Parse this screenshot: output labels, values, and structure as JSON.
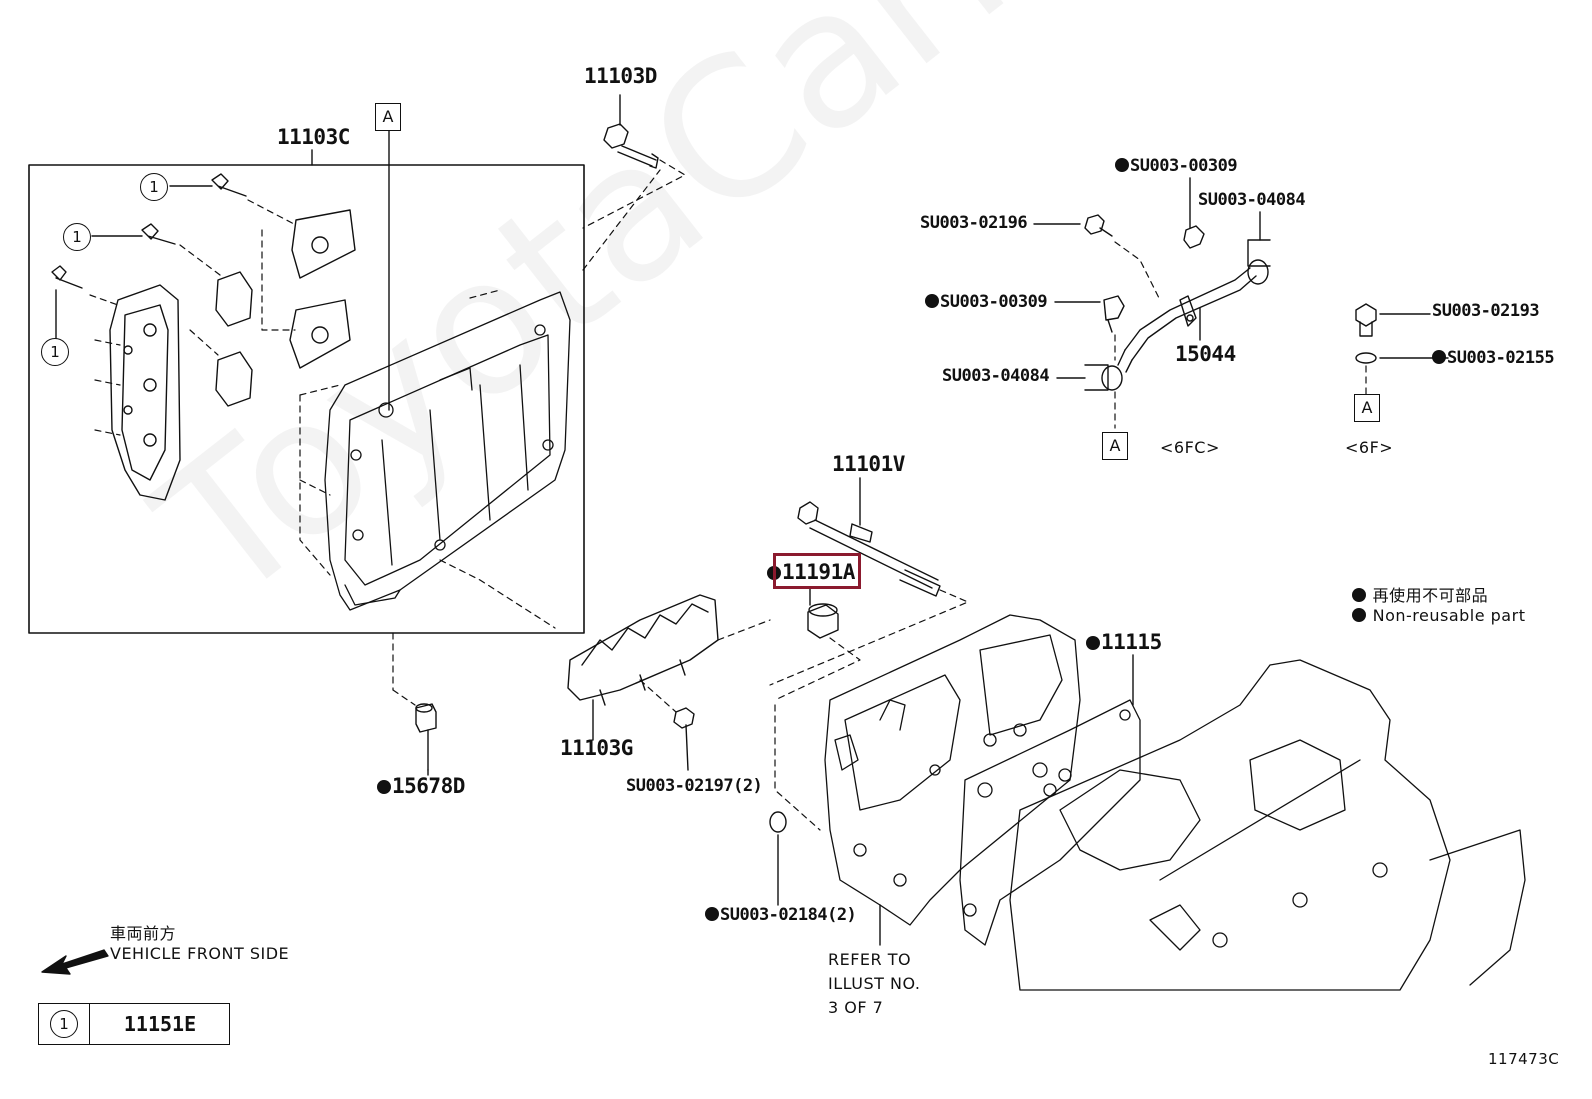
{
  "diagram_id": "117473C",
  "watermark": "ToyotaCarMine.ru",
  "parts": {
    "p_11103D": "11103D",
    "p_11103C": "11103C",
    "p_11103G": "11103G",
    "p_15678D": "15678D",
    "p_11101V": "11101V",
    "p_11191A": "11191A",
    "p_11115": "11115",
    "p_15044": "15044",
    "su_00309_top": "SU003-00309",
    "su_04084_top": "SU003-04084",
    "su_02196": "SU003-02196",
    "su_00309_mid": "SU003-00309",
    "su_04084_mid": "SU003-04084",
    "su_02193": "SU003-02193",
    "su_02155": "SU003-02155",
    "su_02197": "SU003-02197(2)",
    "su_02184": "SU003-02184(2)"
  },
  "ref_marks": {
    "a_top": "A",
    "a_pipe": "A",
    "a_right": "A",
    "circle_one": "1"
  },
  "variants": {
    "v_6fc": "<6FC>",
    "v_6f": "<6F>"
  },
  "legend": {
    "jp": "再使用不可部品",
    "en": "Non-reusable part"
  },
  "direction": {
    "jp": "車両前方",
    "en": "VEHICLE FRONT SIDE"
  },
  "refer": {
    "line1": "REFER TO",
    "line2": "ILLUST NO.",
    "line3": "3 OF 7"
  },
  "key_table": {
    "symbol": "1",
    "part": "11151E"
  }
}
